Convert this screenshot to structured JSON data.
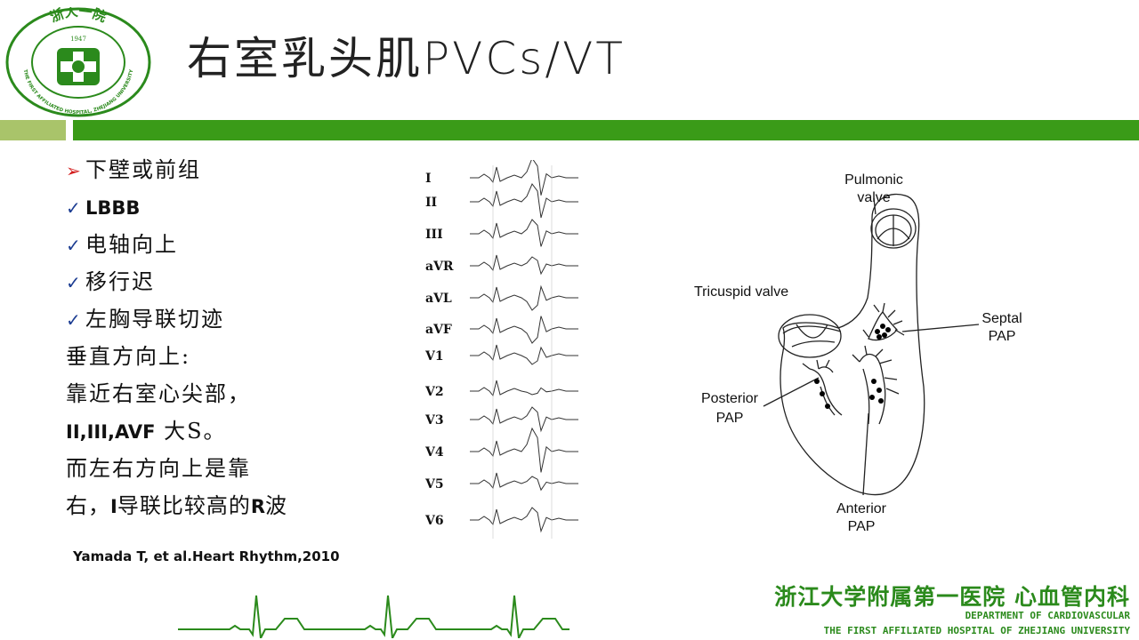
{
  "logo": {
    "ring_text_top": "浙大一院",
    "ring_text_bottom": "THE FIRST AFFILIATED HOSPITAL, ZHEJIANG UNIVERSITY",
    "year": "1947"
  },
  "slide": {
    "title": "右室乳头肌PVCs/VT"
  },
  "bullets": [
    {
      "marker": "➢",
      "marker_type": "arrow",
      "text": "下壁或前组"
    },
    {
      "marker": "✓",
      "marker_type": "check",
      "text": "LBBB",
      "bold": true
    },
    {
      "marker": "✓",
      "marker_type": "check",
      "text": "电轴向上"
    },
    {
      "marker": "✓",
      "marker_type": "check",
      "text": "移行迟"
    },
    {
      "marker": "✓",
      "marker_type": "check",
      "text": "左胸导联切迹"
    }
  ],
  "notes": {
    "line1": "垂直方向上:",
    "line2": "靠近右室心尖部，",
    "line3_bold": "II,III,AVF",
    "line3_rest": " 大S。",
    "line4": "而左右方向上是靠",
    "line5_a": "右，",
    "line5_b_bold": "I",
    "line5_c": "导联比较高的",
    "line5_d_bold": "R",
    "line5_e": "波"
  },
  "citation": "Yamada T, et al.Heart Rhythm,2010",
  "ecg": {
    "leads": [
      "I",
      "II",
      "III",
      "aVR",
      "aVL",
      "aVF",
      "V1",
      "V2",
      "V3",
      "V4",
      "V5",
      "V6"
    ]
  },
  "heart_diagram": {
    "labels": {
      "pulmonic_1": "Pulmonic",
      "pulmonic_2": "valve",
      "tricuspid": "Tricuspid valve",
      "septal_1": "Septal",
      "septal_2": "PAP",
      "posterior_1": "Posterior",
      "posterior_2": "PAP",
      "anterior_1": "Anterior",
      "anterior_2": "PAP"
    }
  },
  "footer": {
    "hospital_cn": "浙江大学附属第一医院 心血管内科",
    "dept_en": "DEPARTMENT OF CARDIOVASCULAR",
    "hospital_en": "THE FIRST AFFILIATED HOSPITAL OF ZHEJIANG UNIVERSITY"
  },
  "colors": {
    "brand_green": "#2b8a1c",
    "band_light": "#a9c46a",
    "band_dark": "#3a9b18",
    "arrow_red": "#d21b1b",
    "check_blue": "#1c3d92"
  }
}
